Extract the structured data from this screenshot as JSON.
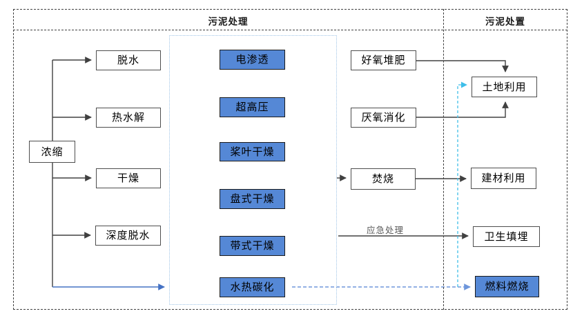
{
  "header": {
    "left_title": "污泥处理",
    "right_title": "污泥处置"
  },
  "nodes": {
    "nongsuo": {
      "label": "浓缩",
      "type": "white"
    },
    "tuoshui": {
      "label": "脱水",
      "type": "white"
    },
    "reshuijie": {
      "label": "热水解",
      "type": "white"
    },
    "ganzao": {
      "label": "干燥",
      "type": "white"
    },
    "shendutuoshui": {
      "label": "深度脱水",
      "type": "white"
    },
    "dianshentou": {
      "label": "电渗透",
      "type": "blue"
    },
    "chaogaoya": {
      "label": "超高压",
      "type": "blue"
    },
    "jiangyeganzao": {
      "label": "桨叶干燥",
      "type": "blue"
    },
    "panshiganzao": {
      "label": "盘式干燥",
      "type": "blue"
    },
    "daishiganzao": {
      "label": "带式干燥",
      "type": "blue"
    },
    "shuiretanhua": {
      "label": "水热碳化",
      "type": "blue"
    },
    "haoyangduifei": {
      "label": "好氧堆肥",
      "type": "white"
    },
    "yanyangxiaohua": {
      "label": "厌氧消化",
      "type": "white"
    },
    "fenshao": {
      "label": "焚烧",
      "type": "white"
    },
    "tudiliyong": {
      "label": "土地利用",
      "type": "white"
    },
    "jiancailiyong": {
      "label": "建材利用",
      "type": "white"
    },
    "weishengtianmai": {
      "label": "卫生填埋",
      "type": "white"
    },
    "ranliaoranshao": {
      "label": "燃料燃烧",
      "type": "blue"
    }
  },
  "edge_labels": {
    "emergency": "应急处理"
  },
  "colors": {
    "node_blue_fill": "#5588d6",
    "line_black": "#404040",
    "line_blue_solid": "#4472c4",
    "line_blue_dashed": "#6e96db",
    "line_cyan_dashed": "#3ebee9",
    "panel_dotted_border": "#9dc3e6",
    "outer_dashed_border": "#3f3f3f",
    "edge_label_gray": "#595959"
  }
}
